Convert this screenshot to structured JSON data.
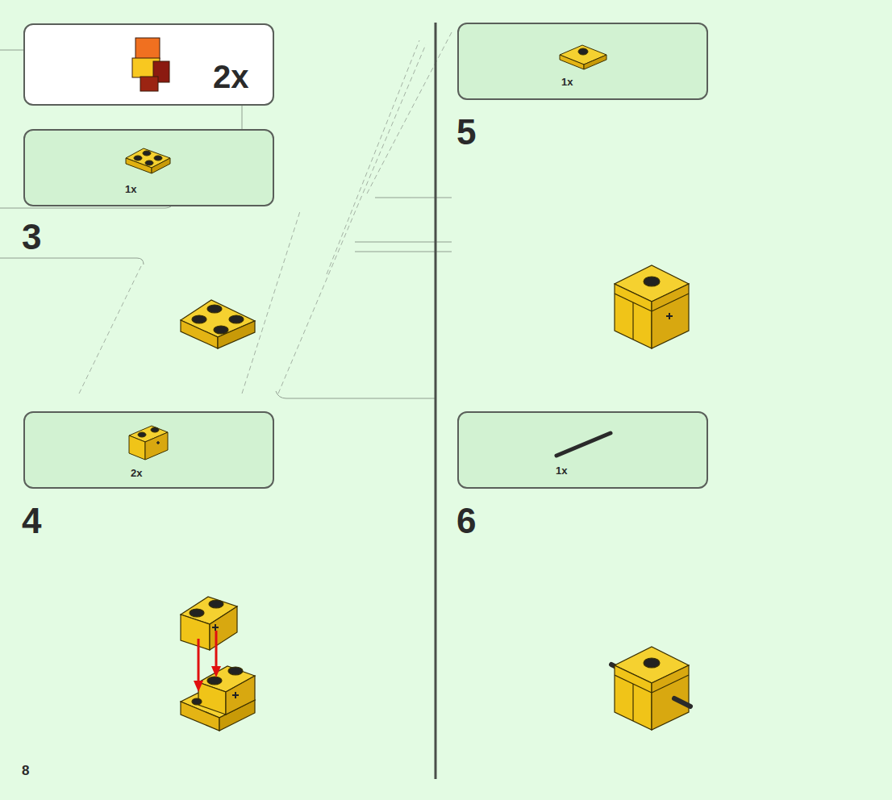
{
  "diagram": {
    "nodes": [
      {
        "text": [
          "2x"
        ]
      },
      {
        "text": [
          "1x"
        ]
      },
      {
        "text": [
          "2x"
        ]
      },
      {
        "text": [
          "1x"
        ]
      },
      {
        "text": [
          "1x"
        ]
      }
    ],
    "labels": [
      "3",
      "4",
      "5",
      "6",
      "8"
    ]
  }
}
